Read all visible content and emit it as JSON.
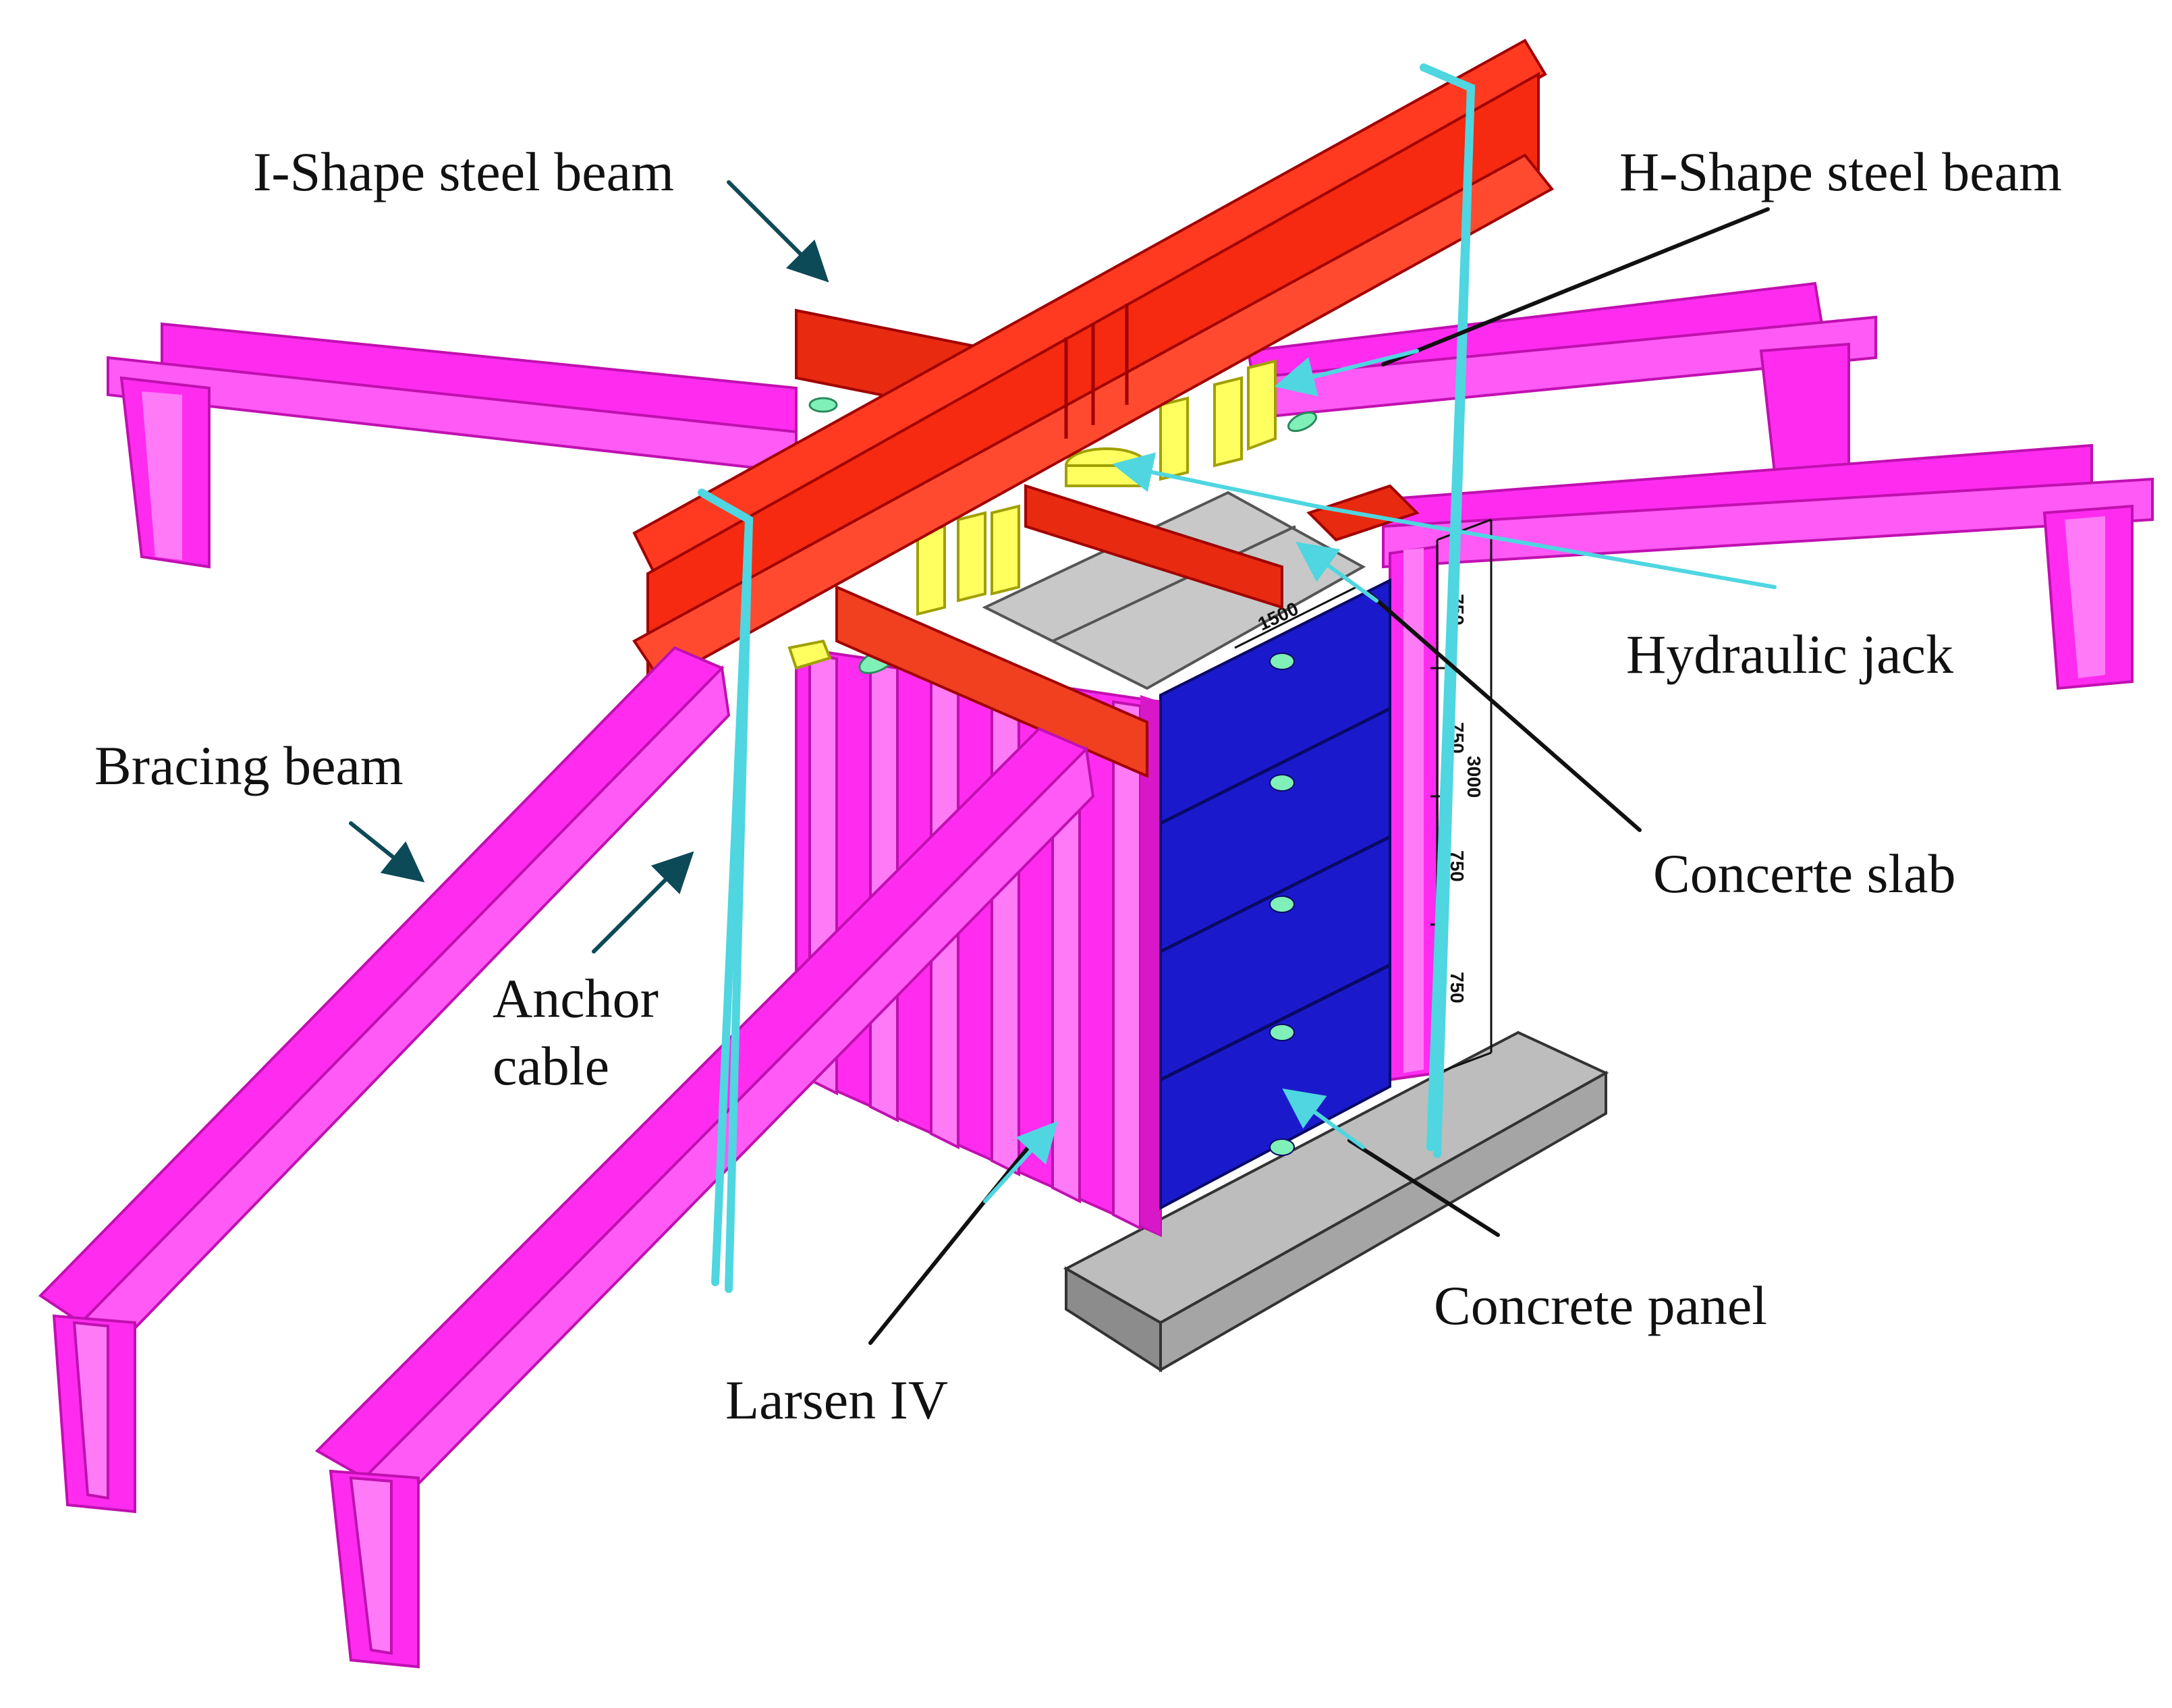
{
  "labels": {
    "i_beam": "I-Shape steel beam",
    "h_beam": "H-Shape steel beam",
    "hydraulic_jack": "Hydraulic jack",
    "concrete_slab": "Concerte slab",
    "bracing_beam": "Bracing beam",
    "anchor_cable_line1": "Anchor",
    "anchor_cable_line2": "cable",
    "larsen": "Larsen IV",
    "concrete_panel": "Concrete panel"
  },
  "dimensions": {
    "top_width": "1500",
    "panel_height_1": "750",
    "panel_height_2": "750",
    "panel_height_3": "750",
    "panel_height_4": "750",
    "total_height": "3000"
  },
  "colors": {
    "bracing_beam": "#ff2cf0",
    "i_beam": "#f52a10",
    "hydraulic_jack": "#ffff60",
    "concrete_panel": "#1a1acc",
    "concrete_slab": "#c8c8c8",
    "anchor_cable": "#4fd6e0",
    "arrow": "#0c4a57",
    "leader_line": "#111111"
  }
}
